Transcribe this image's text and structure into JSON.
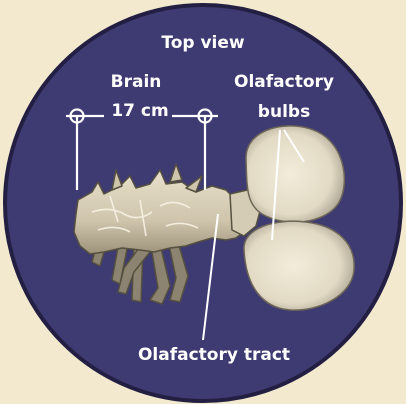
{
  "labels": {
    "view": "Top view",
    "brain_line1": "Brain",
    "brain_line2": "17 cm",
    "bulbs_line1": "Olafactory",
    "bulbs_line2": "bulbs",
    "tract": "Olafactory tract"
  },
  "colors": {
    "page_background": "#f3e9cf",
    "disc_fill": "#3e3a72",
    "disc_border": "#231f42",
    "label_text": "#ffffff",
    "brain_fill": "#d9cfb8",
    "bulb_fill": "#e8e1cd"
  }
}
